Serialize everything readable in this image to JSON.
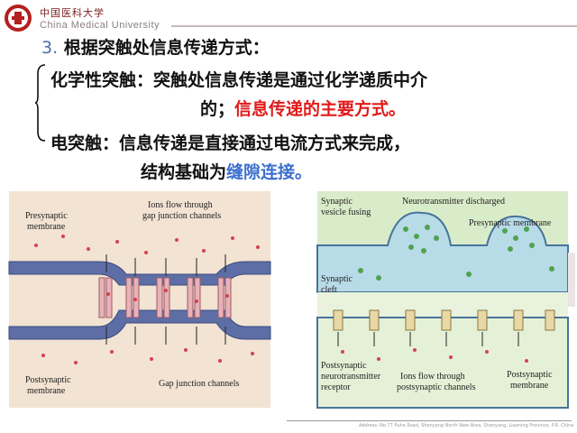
{
  "header": {
    "logo_cn": "中国医科大学",
    "logo_en": "China Medical University"
  },
  "title": {
    "number": "3.",
    "text": "根据突触处信息传递方式："
  },
  "chemical": {
    "term": "化学性突触：",
    "desc1": "突触处信息传递是通过化学递质中介",
    "desc2_prefix": "的；",
    "desc2_red": "信息传递的主要方式。"
  },
  "electrical": {
    "term": "电突触：",
    "desc1": "信息传递是直接通过电流方式来完成，",
    "desc2_prefix": "结构基础为",
    "desc2_blue": "缝隙连接。"
  },
  "figure_left": {
    "presynaptic_line1": "Presynaptic",
    "presynaptic_line2": "membrane",
    "ions_line1": "Ions flow through",
    "ions_line2": "gap junction channels",
    "postsynaptic_line1": "Postsynaptic",
    "postsynaptic_line2": "membrane",
    "gap_channels": "Gap junction channels"
  },
  "figure_right": {
    "vesicle_line1": "Synaptic",
    "vesicle_line2": "vesicle fusing",
    "discharged": "Neurotransmitter discharged",
    "presynaptic": "Presynaptic membrane",
    "cleft_line1": "Synaptic",
    "cleft_line2": "cleft",
    "receptor_line1": "Postsynaptic",
    "receptor_line2": "neurotransmitter",
    "receptor_line3": "receptor",
    "ions_line1": "Ions flow through",
    "ions_line2": "postsynaptic channels",
    "postsynaptic_line1": "Postsynaptic",
    "postsynaptic_line2": "membrane"
  },
  "footer": {
    "address": "Address: No.77 Puhe Road, Shenyang North New Area, Shenyang, Liaoning Province, P.R. China"
  },
  "colors": {
    "heading_number": "#4b6fa8",
    "emphasis_red": "#e11a1a",
    "emphasis_blue": "#3c6fcf",
    "logo_red": "#b51f1f"
  }
}
